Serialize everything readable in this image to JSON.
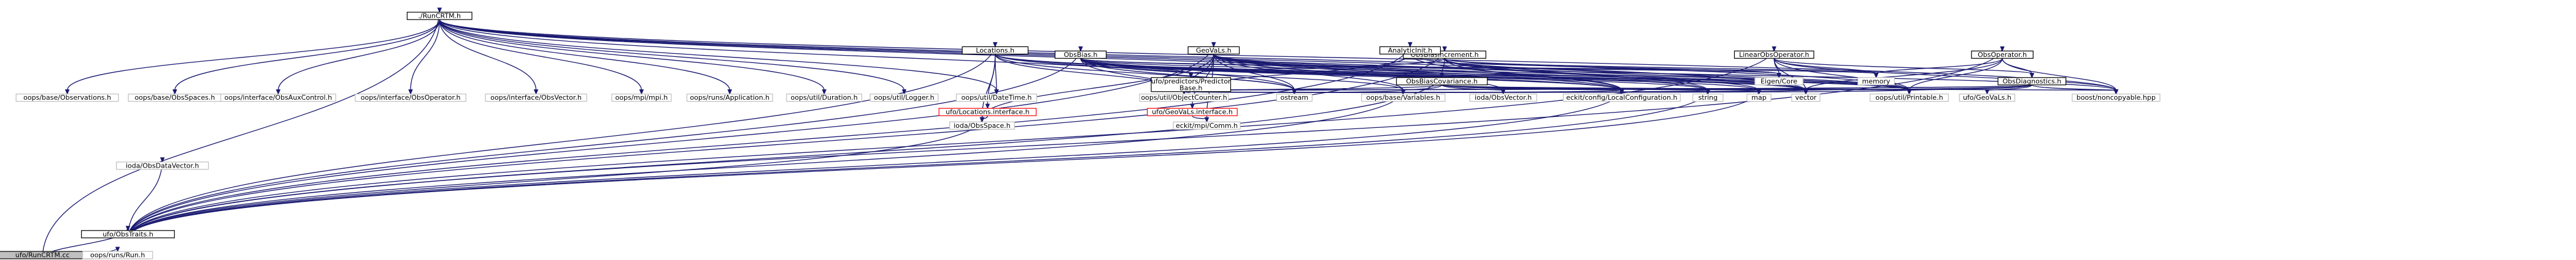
{
  "colors": {
    "edge": "#191970",
    "root_fill": "#bfbfbf",
    "normal_fill": "#ffffff",
    "normal_border": "#000000",
    "missing_border": "#ff0000",
    "grey_border": "#bfbfbf"
  },
  "nodes": [
    {
      "id": "n0",
      "lines": [
        "ufo/RunCRTM.cc"
      ],
      "style": "root"
    },
    {
      "id": "n1",
      "lines": [
        "oops/runs/Run.h"
      ],
      "style": "grey"
    },
    {
      "id": "n2",
      "lines": [
        "ufo/ObsTraits.h"
      ],
      "style": "normal"
    },
    {
      "id": "n3",
      "lines": [
        "./RunCRTM.h"
      ],
      "style": "normal"
    },
    {
      "id": "n4",
      "lines": [
        "ioda/ObsDataVector.h"
      ],
      "style": "grey"
    },
    {
      "id": "n5",
      "lines": [
        "ObsBias.h"
      ],
      "style": "normal"
    },
    {
      "id": "n6",
      "lines": [
        "ObsBiasIncrement.h"
      ],
      "style": "normal"
    },
    {
      "id": "n7",
      "lines": [
        "LinearObsOperator.h"
      ],
      "style": "normal"
    },
    {
      "id": "n8",
      "lines": [
        "ObsOperator.h"
      ],
      "style": "normal"
    },
    {
      "id": "n9",
      "lines": [
        "ufo/predictors/Predictor",
        "Base.h"
      ],
      "style": "normal"
    },
    {
      "id": "n10",
      "lines": [
        "ObsBiasCovariance.h"
      ],
      "style": "normal"
    },
    {
      "id": "n11",
      "lines": [
        "ObsDiagnostics.h"
      ],
      "style": "normal"
    },
    {
      "id": "n12",
      "lines": [
        "Eigen/Core"
      ],
      "style": "grey"
    },
    {
      "id": "n13",
      "lines": [
        "memory"
      ],
      "style": "grey"
    },
    {
      "id": "n14",
      "lines": [
        "Locations.h"
      ],
      "style": "normal"
    },
    {
      "id": "n15",
      "lines": [
        "GeoVaLs.h"
      ],
      "style": "normal"
    },
    {
      "id": "n16",
      "lines": [
        "AnalyticInit.h"
      ],
      "style": "normal"
    },
    {
      "id": "n17",
      "lines": [
        "oops/base/Observations.h"
      ],
      "style": "grey"
    },
    {
      "id": "n18",
      "lines": [
        "oops/base/ObsSpaces.h"
      ],
      "style": "grey"
    },
    {
      "id": "n19",
      "lines": [
        "oops/interface/ObsAuxControl.h"
      ],
      "style": "grey"
    },
    {
      "id": "n20",
      "lines": [
        "oops/interface/ObsOperator.h"
      ],
      "style": "grey"
    },
    {
      "id": "n21",
      "lines": [
        "oops/interface/ObsVector.h"
      ],
      "style": "grey"
    },
    {
      "id": "n22",
      "lines": [
        "oops/mpi/mpi.h"
      ],
      "style": "grey"
    },
    {
      "id": "n23",
      "lines": [
        "oops/runs/Application.h"
      ],
      "style": "grey"
    },
    {
      "id": "n24",
      "lines": [
        "oops/util/Duration.h"
      ],
      "style": "grey"
    },
    {
      "id": "n25",
      "lines": [
        "oops/util/Logger.h"
      ],
      "style": "grey"
    },
    {
      "id": "n26",
      "lines": [
        "oops/util/DateTime.h"
      ],
      "style": "grey"
    },
    {
      "id": "n27",
      "lines": [
        "ufo/Locations.interface.h"
      ],
      "style": "missing"
    },
    {
      "id": "n28",
      "lines": [
        "oops/util/ObjectCounter.h"
      ],
      "style": "grey"
    },
    {
      "id": "n29",
      "lines": [
        "ostream"
      ],
      "style": "grey"
    },
    {
      "id": "n30",
      "lines": [
        "ufo/GeoVaLs.interface.h"
      ],
      "style": "missing"
    },
    {
      "id": "n31",
      "lines": [
        "oops/base/Variables.h"
      ],
      "style": "grey"
    },
    {
      "id": "n32",
      "lines": [
        "ioda/ObsVector.h"
      ],
      "style": "grey"
    },
    {
      "id": "n33",
      "lines": [
        "eckit/config/LocalConfiguration.h"
      ],
      "style": "grey"
    },
    {
      "id": "n34",
      "lines": [
        "string"
      ],
      "style": "grey"
    },
    {
      "id": "n35",
      "lines": [
        "map"
      ],
      "style": "grey"
    },
    {
      "id": "n36",
      "lines": [
        "vector"
      ],
      "style": "grey"
    },
    {
      "id": "n37",
      "lines": [
        "oops/util/Printable.h"
      ],
      "style": "grey"
    },
    {
      "id": "n38",
      "lines": [
        "boost/noncopyable.hpp"
      ],
      "style": "grey"
    },
    {
      "id": "n39",
      "lines": [
        "ufo/GeoVaLs.h"
      ],
      "style": "grey"
    },
    {
      "id": "n40",
      "lines": [
        "ioda/ObsSpace.h"
      ],
      "style": "grey"
    },
    {
      "id": "n41",
      "lines": [
        "eckit/mpi/Comm.h"
      ],
      "style": "grey"
    }
  ],
  "edges": [
    [
      "n0",
      "n1"
    ],
    [
      "n0",
      "n2"
    ],
    [
      "n0",
      "n3"
    ],
    [
      "n2",
      "n4"
    ],
    [
      "n2",
      "n5"
    ],
    [
      "n2",
      "n6"
    ],
    [
      "n2",
      "n7"
    ],
    [
      "n2",
      "n8"
    ],
    [
      "n2",
      "n14"
    ],
    [
      "n2",
      "n15"
    ],
    [
      "n2",
      "n16"
    ],
    [
      "n2",
      "n40"
    ],
    [
      "n2",
      "n31"
    ],
    [
      "n2",
      "n33"
    ],
    [
      "n2",
      "n34"
    ],
    [
      "n2",
      "n35"
    ],
    [
      "n2",
      "n10"
    ],
    [
      "n3",
      "n17"
    ],
    [
      "n3",
      "n18"
    ],
    [
      "n3",
      "n19"
    ],
    [
      "n3",
      "n20"
    ],
    [
      "n3",
      "n21"
    ],
    [
      "n3",
      "n22"
    ],
    [
      "n3",
      "n23"
    ],
    [
      "n3",
      "n24"
    ],
    [
      "n3",
      "n25"
    ],
    [
      "n3",
      "n26"
    ],
    [
      "n3",
      "n33"
    ],
    [
      "n3",
      "n34"
    ],
    [
      "n3",
      "n29"
    ],
    [
      "n3",
      "n37"
    ],
    [
      "n3",
      "n38"
    ],
    [
      "n3",
      "n36"
    ],
    [
      "n5",
      "n9"
    ],
    [
      "n5",
      "n10"
    ],
    [
      "n5",
      "n12"
    ],
    [
      "n5",
      "n13"
    ],
    [
      "n5",
      "n28"
    ],
    [
      "n5",
      "n31"
    ],
    [
      "n5",
      "n33"
    ],
    [
      "n5",
      "n34"
    ],
    [
      "n5",
      "n36"
    ],
    [
      "n5",
      "n37"
    ],
    [
      "n5",
      "n29"
    ],
    [
      "n5",
      "n35"
    ],
    [
      "n6",
      "n9"
    ],
    [
      "n6",
      "n10"
    ],
    [
      "n6",
      "n12"
    ],
    [
      "n6",
      "n13"
    ],
    [
      "n6",
      "n33"
    ],
    [
      "n6",
      "n36"
    ],
    [
      "n6",
      "n37"
    ],
    [
      "n6",
      "n35"
    ],
    [
      "n7",
      "n11"
    ],
    [
      "n7",
      "n12"
    ],
    [
      "n7",
      "n13"
    ],
    [
      "n7",
      "n36"
    ],
    [
      "n7",
      "n37"
    ],
    [
      "n7",
      "n38"
    ],
    [
      "n8",
      "n11"
    ],
    [
      "n8",
      "n13"
    ],
    [
      "n8",
      "n37"
    ],
    [
      "n8",
      "n38"
    ],
    [
      "n8",
      "n36"
    ],
    [
      "n9",
      "n28"
    ],
    [
      "n9",
      "n31"
    ],
    [
      "n9",
      "n33"
    ],
    [
      "n9",
      "n34"
    ],
    [
      "n9",
      "n36"
    ],
    [
      "n9",
      "n37"
    ],
    [
      "n9",
      "n35"
    ],
    [
      "n10",
      "n28"
    ],
    [
      "n10",
      "n31"
    ],
    [
      "n10",
      "n32"
    ],
    [
      "n10",
      "n33"
    ],
    [
      "n10",
      "n34"
    ],
    [
      "n10",
      "n36"
    ],
    [
      "n10",
      "n37"
    ],
    [
      "n10",
      "n38"
    ],
    [
      "n10",
      "n35"
    ],
    [
      "n11",
      "n28"
    ],
    [
      "n11",
      "n29"
    ],
    [
      "n11",
      "n36"
    ],
    [
      "n11",
      "n37"
    ],
    [
      "n11",
      "n38"
    ],
    [
      "n11",
      "n39"
    ],
    [
      "n14",
      "n26"
    ],
    [
      "n14",
      "n27"
    ],
    [
      "n14",
      "n28"
    ],
    [
      "n14",
      "n29"
    ],
    [
      "n14",
      "n40"
    ],
    [
      "n14",
      "n37"
    ],
    [
      "n14",
      "n33"
    ],
    [
      "n14",
      "n36"
    ],
    [
      "n15",
      "n28"
    ],
    [
      "n15",
      "n29"
    ],
    [
      "n15",
      "n30"
    ],
    [
      "n15",
      "n31"
    ],
    [
      "n15",
      "n32"
    ],
    [
      "n15",
      "n33"
    ],
    [
      "n15",
      "n34"
    ],
    [
      "n15",
      "n36"
    ],
    [
      "n15",
      "n37"
    ],
    [
      "n15",
      "n38"
    ],
    [
      "n15",
      "n41"
    ],
    [
      "n15",
      "n40"
    ],
    [
      "n16",
      "n33"
    ],
    [
      "n16",
      "n28"
    ],
    [
      "n16",
      "n37"
    ],
    [
      "n27",
      "n40"
    ],
    [
      "n30",
      "n41"
    ]
  ]
}
